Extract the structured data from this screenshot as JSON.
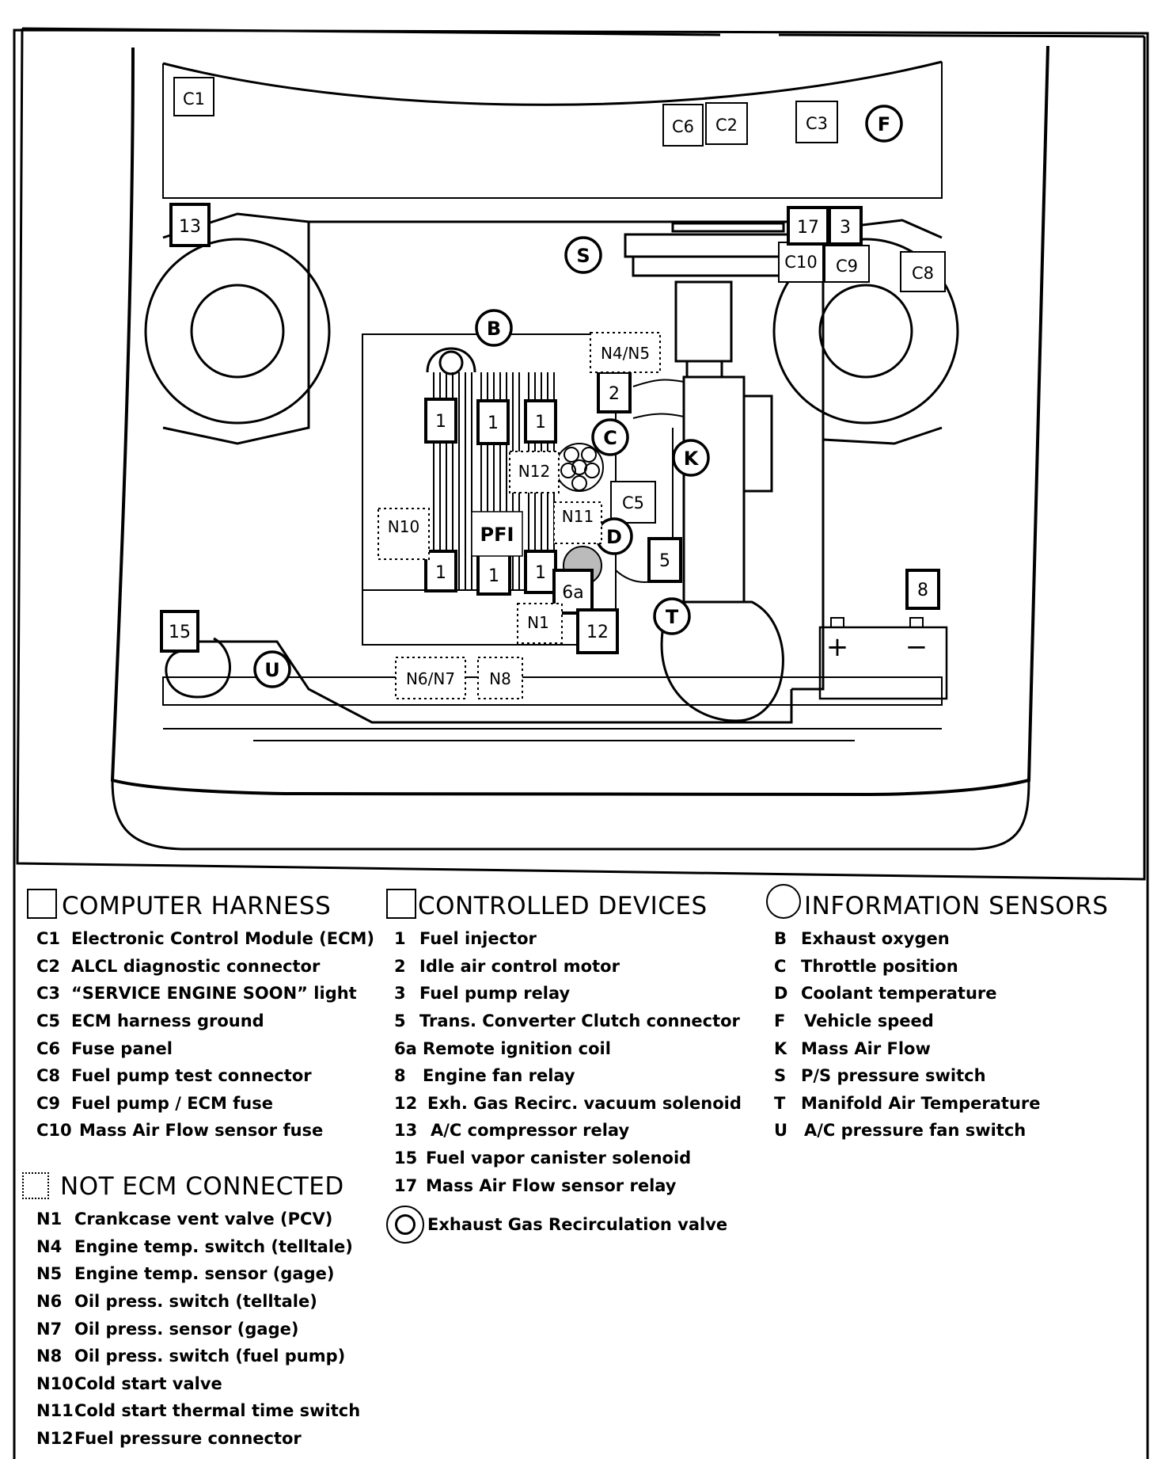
{
  "diagram": {
    "connectors": {
      "c1": "C1",
      "c6": "C6",
      "c2": "C2",
      "c3": "C3",
      "c10": "C10",
      "c9": "C9",
      "c8": "C8",
      "c5": "C5"
    },
    "devices": {
      "d13": "13",
      "d17": "17",
      "d3": "3",
      "d2": "2",
      "d1": "1",
      "d5": "5",
      "d8": "8",
      "d15": "15",
      "d6a": "6a",
      "d12": "12",
      "pfi": "PFI"
    },
    "sensors": {
      "f": "F",
      "s": "S",
      "b": "B",
      "c": "C",
      "k": "K",
      "d": "D",
      "t": "T",
      "u": "U"
    },
    "not_ecm": {
      "n4n5": "N4/N5",
      "n12": "N12",
      "n10": "N10",
      "n11": "N11",
      "n1": "N1",
      "n6n7": "N6/N7",
      "n8": "N8"
    },
    "battery": {
      "plus": "+",
      "minus": "−"
    }
  },
  "legend": {
    "computer_harness": {
      "title": "COMPUTER HARNESS",
      "items": [
        {
          "code": "C1",
          "label": "Electronic Control Module (ECM)"
        },
        {
          "code": "C2",
          "label": "ALCL diagnostic connector"
        },
        {
          "code": "C3",
          "label": "“SERVICE ENGINE SOON” light"
        },
        {
          "code": "C5",
          "label": "ECM harness ground"
        },
        {
          "code": "C6",
          "label": "Fuse panel"
        },
        {
          "code": "C8",
          "label": "Fuel pump test connector"
        },
        {
          "code": "C9",
          "label": "Fuel pump / ECM fuse"
        },
        {
          "code": "C10",
          "label": "Mass Air Flow sensor fuse"
        }
      ]
    },
    "not_ecm_connected": {
      "title": "NOT ECM CONNECTED",
      "items": [
        {
          "code": "N1",
          "label": "Crankcase vent valve (PCV)"
        },
        {
          "code": "N4",
          "label": "Engine temp. switch (telltale)"
        },
        {
          "code": "N5",
          "label": "Engine temp. sensor (gage)"
        },
        {
          "code": "N6",
          "label": "Oil press. switch (telltale)"
        },
        {
          "code": "N7",
          "label": "Oil press. sensor (gage)"
        },
        {
          "code": "N8",
          "label": "Oil press. switch (fuel pump)"
        },
        {
          "code": "N10",
          "label": "Cold start valve"
        },
        {
          "code": "N11",
          "label": "Cold start thermal time switch"
        },
        {
          "code": "N12",
          "label": "Fuel pressure connector"
        }
      ]
    },
    "controlled_devices": {
      "title": "CONTROLLED DEVICES",
      "items": [
        {
          "code": "1",
          "label": "Fuel injector"
        },
        {
          "code": "2",
          "label": "Idle air control motor"
        },
        {
          "code": "3",
          "label": "Fuel pump relay"
        },
        {
          "code": "5",
          "label": "Trans. Converter Clutch connector"
        },
        {
          "code": "6a",
          "label": "Remote ignition coil"
        },
        {
          "code": "8",
          "label": "Engine fan relay"
        },
        {
          "code": "12",
          "label": "Exh. Gas Recirc. vacuum solenoid"
        },
        {
          "code": "13",
          "label": "A/C compressor relay"
        },
        {
          "code": "15",
          "label": "Fuel vapor canister solenoid"
        },
        {
          "code": "17",
          "label": "Mass Air Flow sensor relay"
        }
      ],
      "egr_label": "Exhaust Gas Recirculation valve"
    },
    "information_sensors": {
      "title": "INFORMATION SENSORS",
      "items": [
        {
          "code": "B",
          "label": "Exhaust oxygen"
        },
        {
          "code": "C",
          "label": "Throttle position"
        },
        {
          "code": "D",
          "label": "Coolant temperature"
        },
        {
          "code": "F",
          "label": "Vehicle speed"
        },
        {
          "code": "K",
          "label": "Mass Air Flow"
        },
        {
          "code": "S",
          "label": "P/S pressure switch"
        },
        {
          "code": "T",
          "label": "Manifold Air Temperature"
        },
        {
          "code": "U",
          "label": "A/C pressure fan switch"
        }
      ]
    }
  }
}
